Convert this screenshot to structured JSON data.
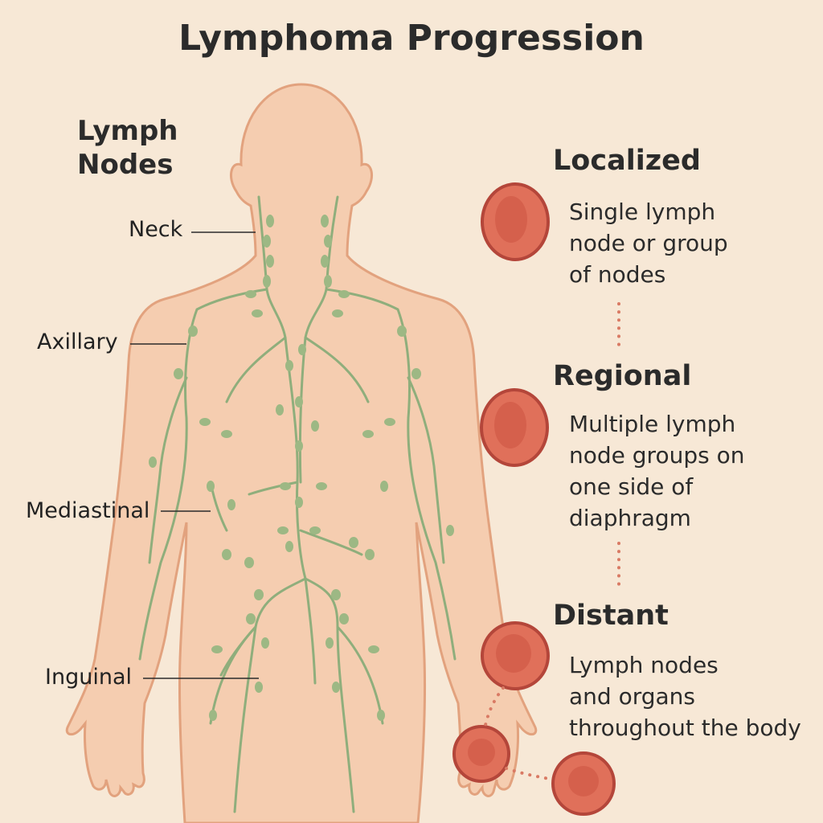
{
  "title": "Lymphoma Progression",
  "lymph_heading": "Lymph\nNodes",
  "node_labels": {
    "neck": "Neck",
    "axillary": "Axillary",
    "mediastinal": "Mediastinal",
    "inguinal": "Inguinal"
  },
  "stages": [
    {
      "title": "Localized",
      "description": "Single lymph\nnode or group\nof nodes"
    },
    {
      "title": "Regional",
      "description": "Multiple lymph\nnode groups on\none side of\ndiaphragm"
    },
    {
      "title": "Distant",
      "description": "Lymph nodes\nand organs\nthroughout the body"
    }
  ],
  "colors": {
    "background": "#f7e8d6",
    "skin": "#f5cdb0",
    "skin_outline": "#e2a27e",
    "lymph_vessel": "#8fae7c",
    "lymph_node": "#9db884",
    "cell_fill": "#e0705a",
    "cell_outline": "#b4463a",
    "connector_dots": "#d97a64"
  }
}
